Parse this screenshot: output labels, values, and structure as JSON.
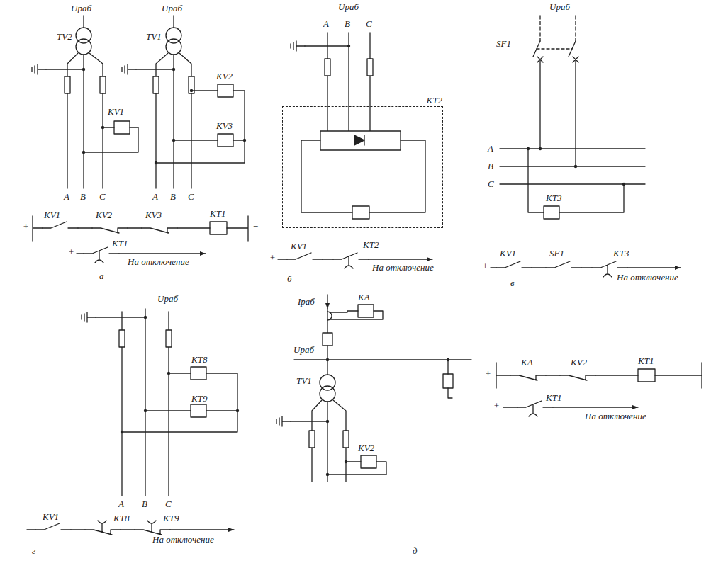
{
  "diagram": {
    "nodes": [
      {
        "text": [
          "KT2"
        ]
      }
    ],
    "labels": [
      "Uраб",
      "TV2",
      "Uраб",
      "TV1",
      "KV1",
      "KV2",
      "KV3",
      "A",
      "B",
      "C",
      "A",
      "B",
      "C",
      "+",
      "KV1",
      "KV2",
      "KV3",
      "KT1",
      "−",
      "+",
      "KT1",
      "На отключение",
      "а",
      "Uраб",
      "A",
      "B",
      "C",
      "+",
      "KV1",
      "KT2",
      "На отключение",
      "б",
      "Uраб",
      "SF1",
      "A",
      "B",
      "C",
      "KT3",
      "+",
      "KV1",
      "SF1",
      "KT3",
      "На отключение",
      "в",
      "Uраб",
      "KT8",
      "KT9",
      "A",
      "B",
      "C",
      "KV1",
      "KT8",
      "KT9",
      "На отключение",
      "г",
      "Iраб",
      "KA",
      "Uраб",
      "TV1",
      "KV2",
      "д",
      "+",
      "KA",
      "KV2",
      "KT1",
      "+",
      "KT1",
      "На отключение"
    ]
  }
}
